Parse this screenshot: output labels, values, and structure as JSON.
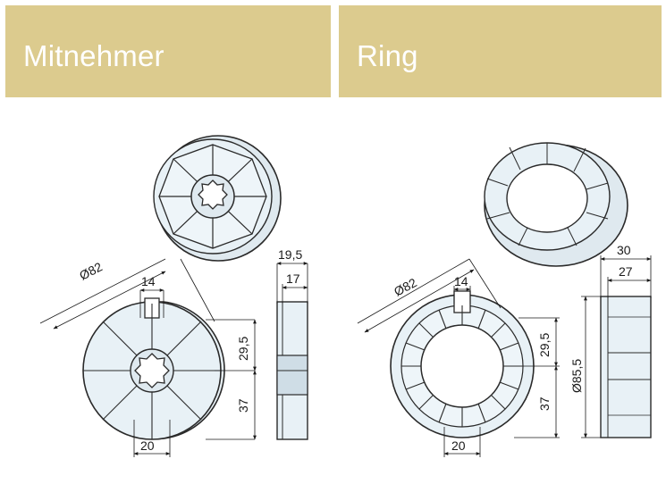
{
  "panels": {
    "left": {
      "title": "Mitnehmer"
    },
    "right": {
      "title": "Ring"
    }
  },
  "dimensions": {
    "mitnehmer": {
      "diameter": "Ø82",
      "notch_width": "14",
      "upper_height": "29,5",
      "lower_height": "37",
      "bottom_width": "20",
      "side_total": "19,5",
      "side_inner": "17"
    },
    "ring": {
      "diameter": "Ø82",
      "notch_width": "14",
      "upper_height": "29,5",
      "lower_height": "37",
      "bottom_width": "20",
      "side_total": "30",
      "side_inner": "27",
      "side_diameter": "Ø85,5"
    }
  },
  "colors": {
    "header_bg": "#dccb8e",
    "header_text": "#ffffff",
    "part_fill": "#e8f1f6",
    "part_stroke": "#2a2a2a"
  }
}
